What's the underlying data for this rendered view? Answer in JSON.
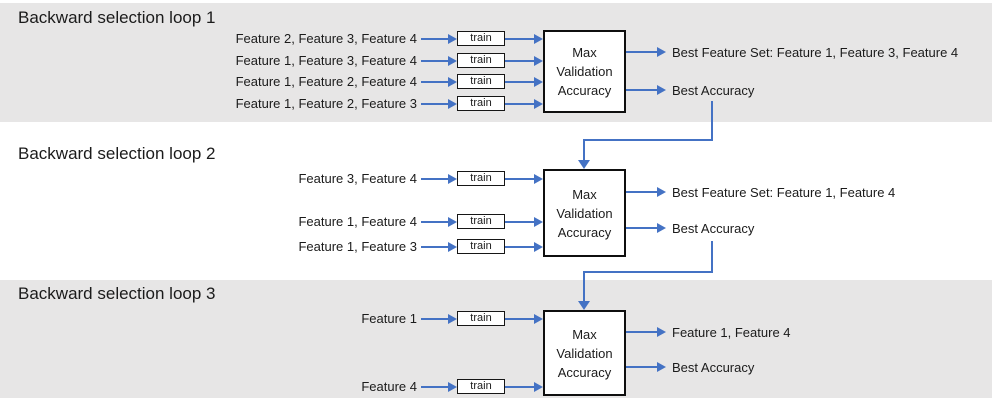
{
  "labels": {
    "train": "train"
  },
  "max_box": {
    "line1": "Max",
    "line2": "Validation",
    "line3": "Accuracy"
  },
  "loops": [
    {
      "title": "Backward selection loop 1",
      "feature_sets": [
        "Feature 2, Feature 3, Feature 4",
        "Feature 1, Feature 3, Feature 4",
        "Feature 1, Feature 2, Feature 4",
        "Feature 1, Feature 2, Feature 3"
      ],
      "outputs": [
        "Best Feature Set: Feature 1, Feature 3, Feature 4",
        "Best Accuracy"
      ]
    },
    {
      "title": "Backward selection loop 2",
      "feature_sets": [
        "Feature 3, Feature 4",
        "Feature 1, Feature 4",
        "Feature 1, Feature 3"
      ],
      "outputs": [
        "Best Feature Set: Feature 1, Feature 4",
        "Best Accuracy"
      ]
    },
    {
      "title": "Backward selection loop 3",
      "feature_sets": [
        "Feature 1",
        "Feature 4"
      ],
      "outputs": [
        "Feature 1, Feature 4",
        "Best Accuracy"
      ]
    }
  ],
  "colors": {
    "band_gray": "#e7e6e6",
    "arrow_blue": "#4472c4",
    "box_border": "#000000",
    "text": "#1b1b1b"
  }
}
